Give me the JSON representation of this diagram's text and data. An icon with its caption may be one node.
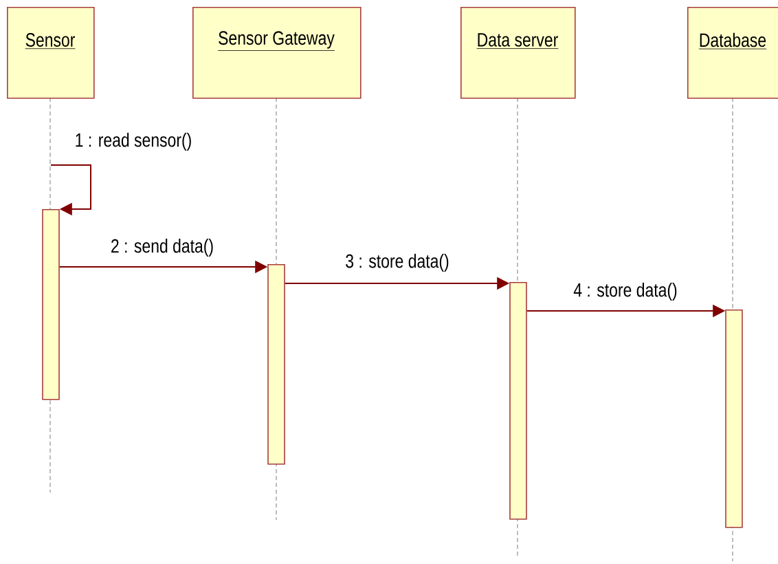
{
  "diagram": {
    "nodes": [
      {
        "text": [
          "Sensor"
        ]
      },
      {
        "text": [
          "Sensor Gateway"
        ]
      },
      {
        "text": [
          "Data server"
        ]
      },
      {
        "text": [
          "Database"
        ]
      },
      {
        "text": [],
        "shape": "bar"
      },
      {
        "text": [],
        "shape": "bar"
      },
      {
        "text": [],
        "shape": "bar"
      },
      {
        "text": [],
        "shape": "bar"
      }
    ],
    "edges": [
      {
        "from": 4,
        "to": 4,
        "arrow": "to",
        "label": "1 : read sensor()"
      },
      {
        "from": 4,
        "to": 5,
        "arrow": "to",
        "label": "2 : send data()"
      },
      {
        "from": 5,
        "to": 6,
        "arrow": "to",
        "label": "3 : store data()"
      },
      {
        "from": 6,
        "to": 7,
        "arrow": "to",
        "label": "4 : store data()"
      }
    ]
  }
}
